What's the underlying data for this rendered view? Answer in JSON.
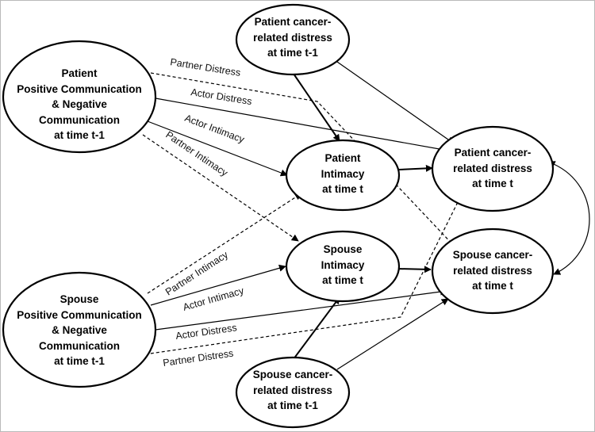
{
  "nodes": {
    "patient_comm": [
      "Patient",
      "Positive Communication",
      "& Negative",
      "Communication",
      "at time t-1"
    ],
    "spouse_comm": [
      "Spouse",
      "Positive Communication",
      "& Negative",
      "Communication",
      "at time t-1"
    ],
    "patient_distress_prev": [
      "Patient cancer-",
      "related distress",
      "at time t-1"
    ],
    "spouse_distress_prev": [
      "Spouse cancer-",
      "related distress",
      "at time t-1"
    ],
    "patient_intimacy": [
      "Patient",
      "Intimacy",
      "at time t"
    ],
    "spouse_intimacy": [
      "Spouse",
      "Intimacy",
      "at time t"
    ],
    "patient_distress": [
      "Patient cancer-",
      "related distress",
      "at time t"
    ],
    "spouse_distress": [
      "Spouse cancer-",
      "related distress",
      "at time t"
    ]
  },
  "edge_labels": {
    "patient_partner_distress": "Partner Distress",
    "patient_actor_distress": "Actor Distress",
    "patient_actor_intimacy": "Actor Intimacy",
    "patient_partner_intimacy": "Partner Intimacy",
    "spouse_partner_intimacy": "Partner Intimacy",
    "spouse_actor_intimacy": "Actor Intimacy",
    "spouse_actor_distress": "Actor Distress",
    "spouse_partner_distress": "Partner Distress"
  },
  "edge_styles": {
    "actor": "solid",
    "partner": "dashed"
  }
}
